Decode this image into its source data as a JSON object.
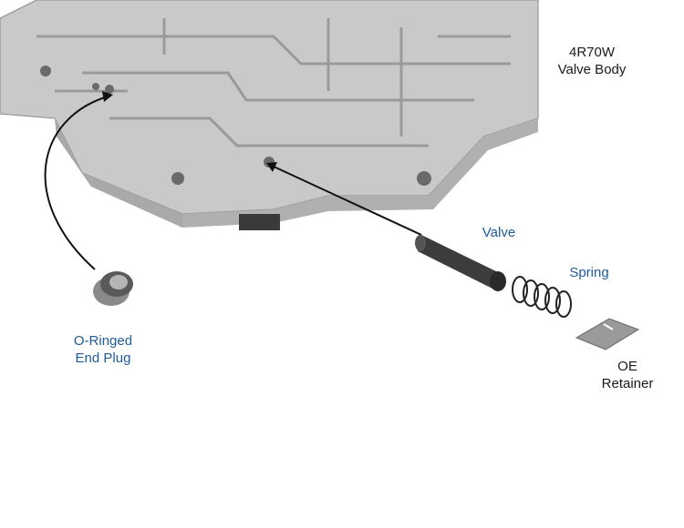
{
  "labels": {
    "valve_body": [
      "4R70W",
      "Valve Body"
    ],
    "valve": "Valve",
    "spring": "Spring",
    "end_plug": [
      "O-Ringed",
      "End Plug"
    ],
    "retainer": [
      "OE",
      "Retainer"
    ]
  },
  "colors": {
    "part_label": "#1f5b99",
    "body_label": "#1a1a1a"
  }
}
